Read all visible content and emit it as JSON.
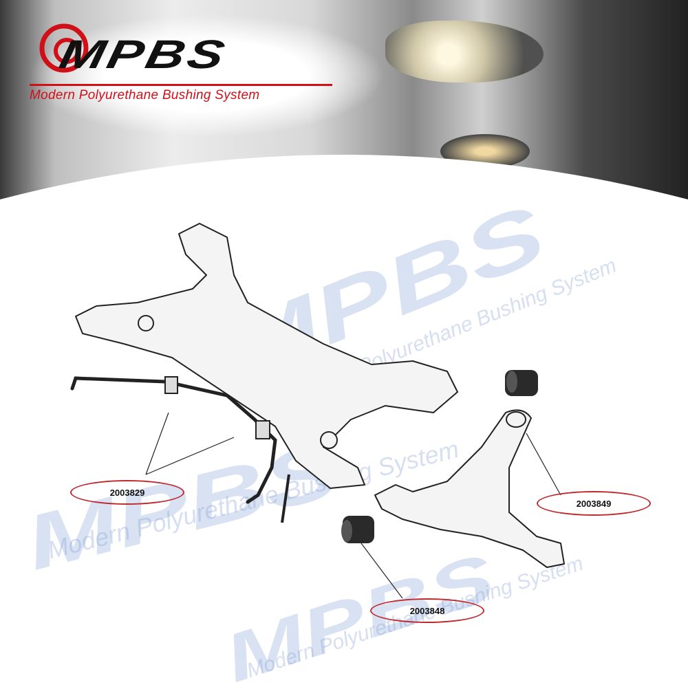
{
  "logo": {
    "brand": "MPBS",
    "tagline": "Modern Polyurethane Bushing System"
  },
  "watermark": {
    "brand": "MPBS",
    "tagline": "Modern Polyurethane Bushing System"
  },
  "parts": [
    {
      "code": "2003829",
      "part": "stabilizer-bar-bushing"
    },
    {
      "code": "2003849",
      "part": "control-arm-rear-bushing"
    },
    {
      "code": "2003848",
      "part": "control-arm-front-bushing"
    }
  ],
  "colors": {
    "accent": "#d01018",
    "label_ring": "#c0282f",
    "watermark": "#7896d2"
  }
}
